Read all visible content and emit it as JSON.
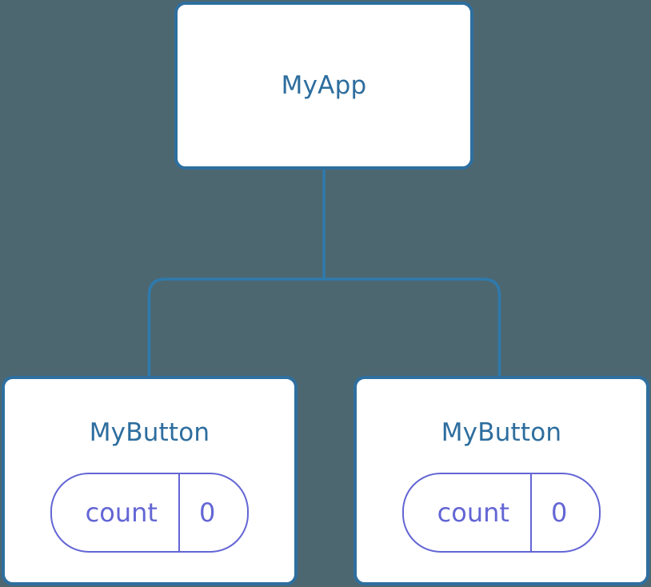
{
  "diagram": {
    "type": "component-tree",
    "background_color": "#4d6771",
    "node_border_color": "#2e6f9f",
    "node_title_color": "#2d6d9e",
    "state_accent_color": "#6366d4",
    "connector_color": "#2e7aad"
  },
  "root": {
    "label": "MyApp"
  },
  "children": [
    {
      "label": "MyButton",
      "state": {
        "key": "count",
        "value": "0"
      }
    },
    {
      "label": "MyButton",
      "state": {
        "key": "count",
        "value": "0"
      }
    }
  ]
}
